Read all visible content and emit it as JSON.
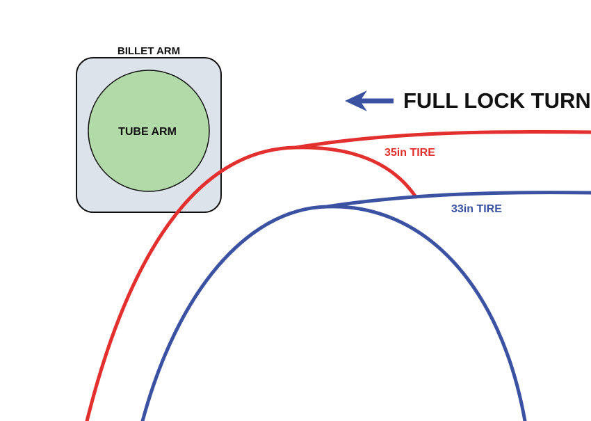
{
  "billet_arm": {
    "label": "BILLET ARM",
    "fill": "#dde3ea",
    "stroke": "#111111"
  },
  "tube_arm": {
    "label": "TUBE ARM",
    "fill": "#b2d9a8",
    "stroke": "#111111"
  },
  "direction": {
    "label": "FULL LOCK TURN",
    "arrow_color": "#3b52a3",
    "arrow_icon": "left-arrow-icon"
  },
  "tire_35": {
    "label": "35in TIRE",
    "color": "#e3302f"
  },
  "tire_33": {
    "label": "33in TIRE",
    "color": "#3b52a3"
  }
}
